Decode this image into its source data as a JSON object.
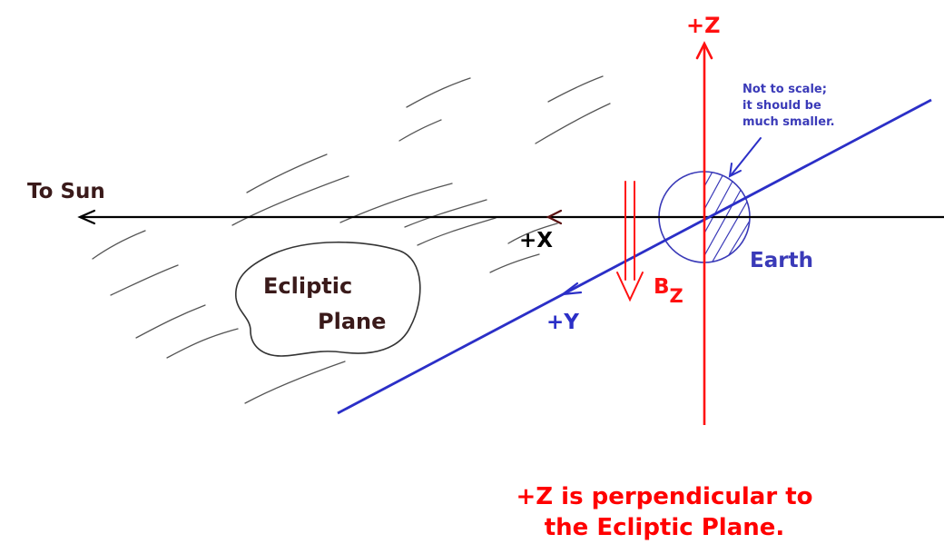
{
  "colors": {
    "axis_x": "#000000",
    "axis_y": "#2b2fc7",
    "axis_z": "#ff1010",
    "earth": "#3a3ab8",
    "plane_text": "#3a1a1a",
    "caption": "#ff0000"
  },
  "labels": {
    "to_sun": "To Sun",
    "plus_x": "+X",
    "plus_y": "+Y",
    "plus_z": "+Z",
    "bz_main": "B",
    "bz_sub": "Z",
    "earth": "Earth",
    "ecliptic_line1": "Ecliptic",
    "ecliptic_line2": "Plane",
    "note_line1": "Not to scale;",
    "note_line2": "it should be",
    "note_line3": "much smaller."
  },
  "caption": {
    "line1": "+Z is perpendicular to",
    "line2": "the Ecliptic Plane."
  }
}
